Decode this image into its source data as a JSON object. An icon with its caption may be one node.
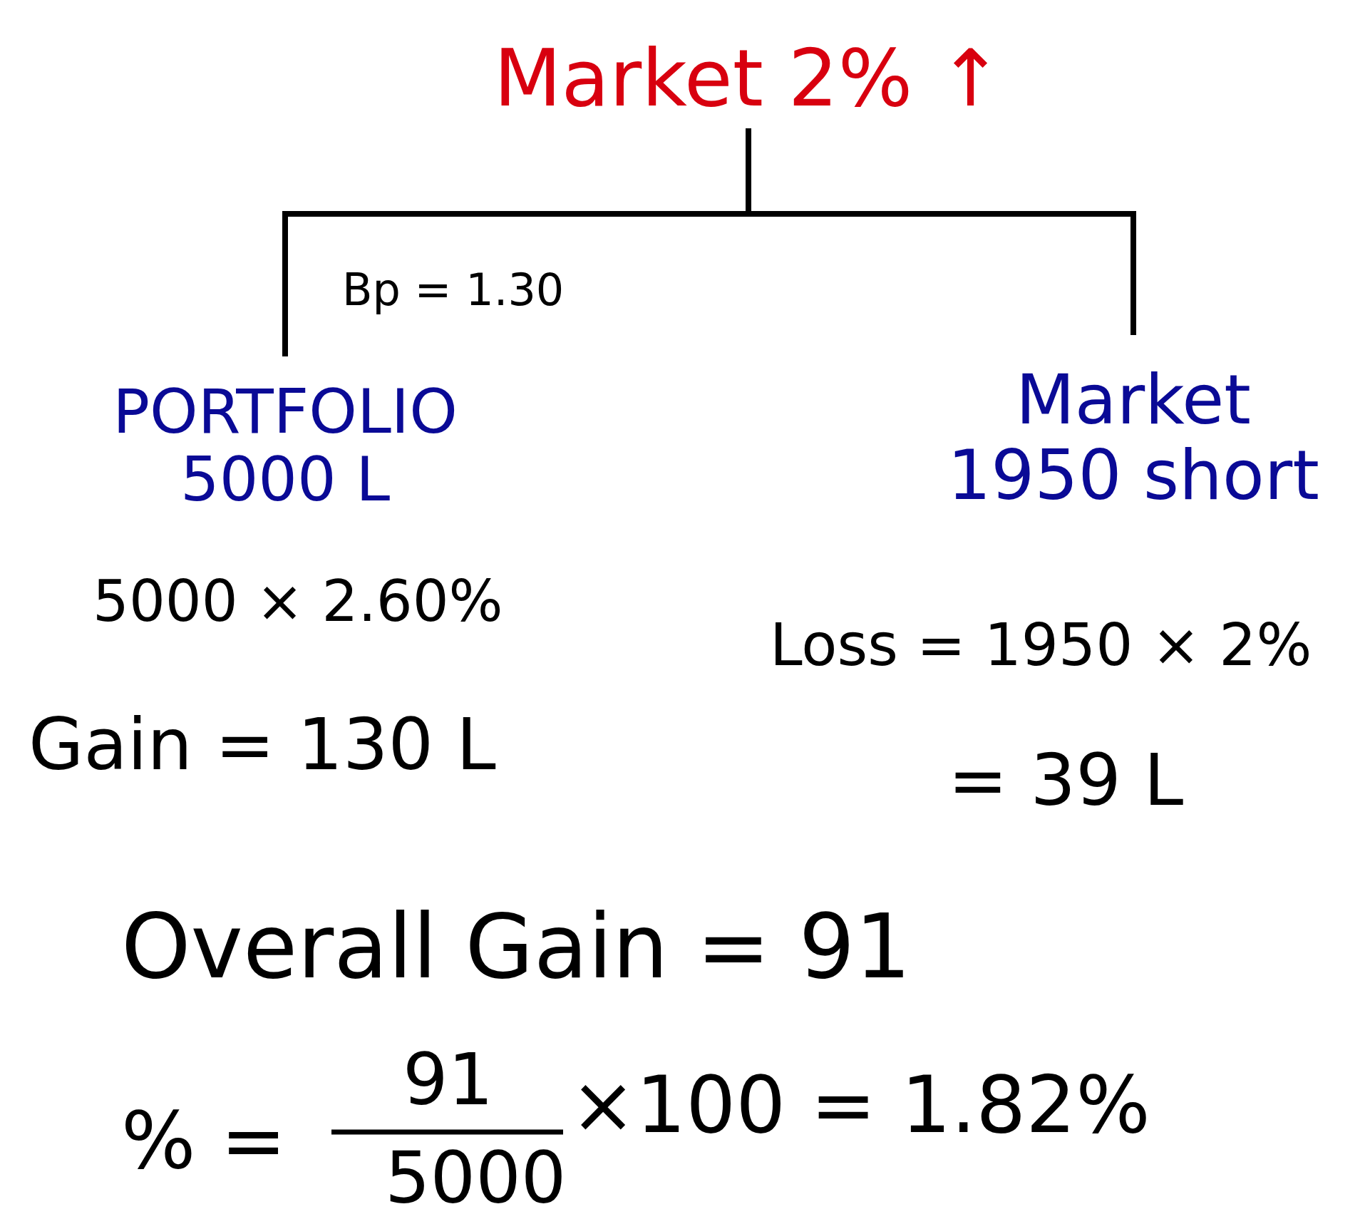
{
  "diagram": {
    "nodes": [
      {
        "text": [
          "Market 2% ↑"
        ]
      },
      {
        "text": [
          "PORTFOLIO",
          "5000 L"
        ]
      },
      {
        "text": [
          "Market",
          "1950 short"
        ]
      }
    ],
    "edges": [
      {
        "from": 0,
        "to": 1,
        "arrow": "none",
        "label": "Bp = 1.30"
      },
      {
        "from": 0,
        "to": 2,
        "arrow": "none"
      }
    ],
    "labels": [
      "5000 × 2.60%",
      "Gain = 130 L",
      "Loss = 1950 × 2%",
      "= 39 L",
      "Overall Gain = 91",
      "% =",
      "91",
      "5000",
      "×100 = 1.82%"
    ]
  }
}
